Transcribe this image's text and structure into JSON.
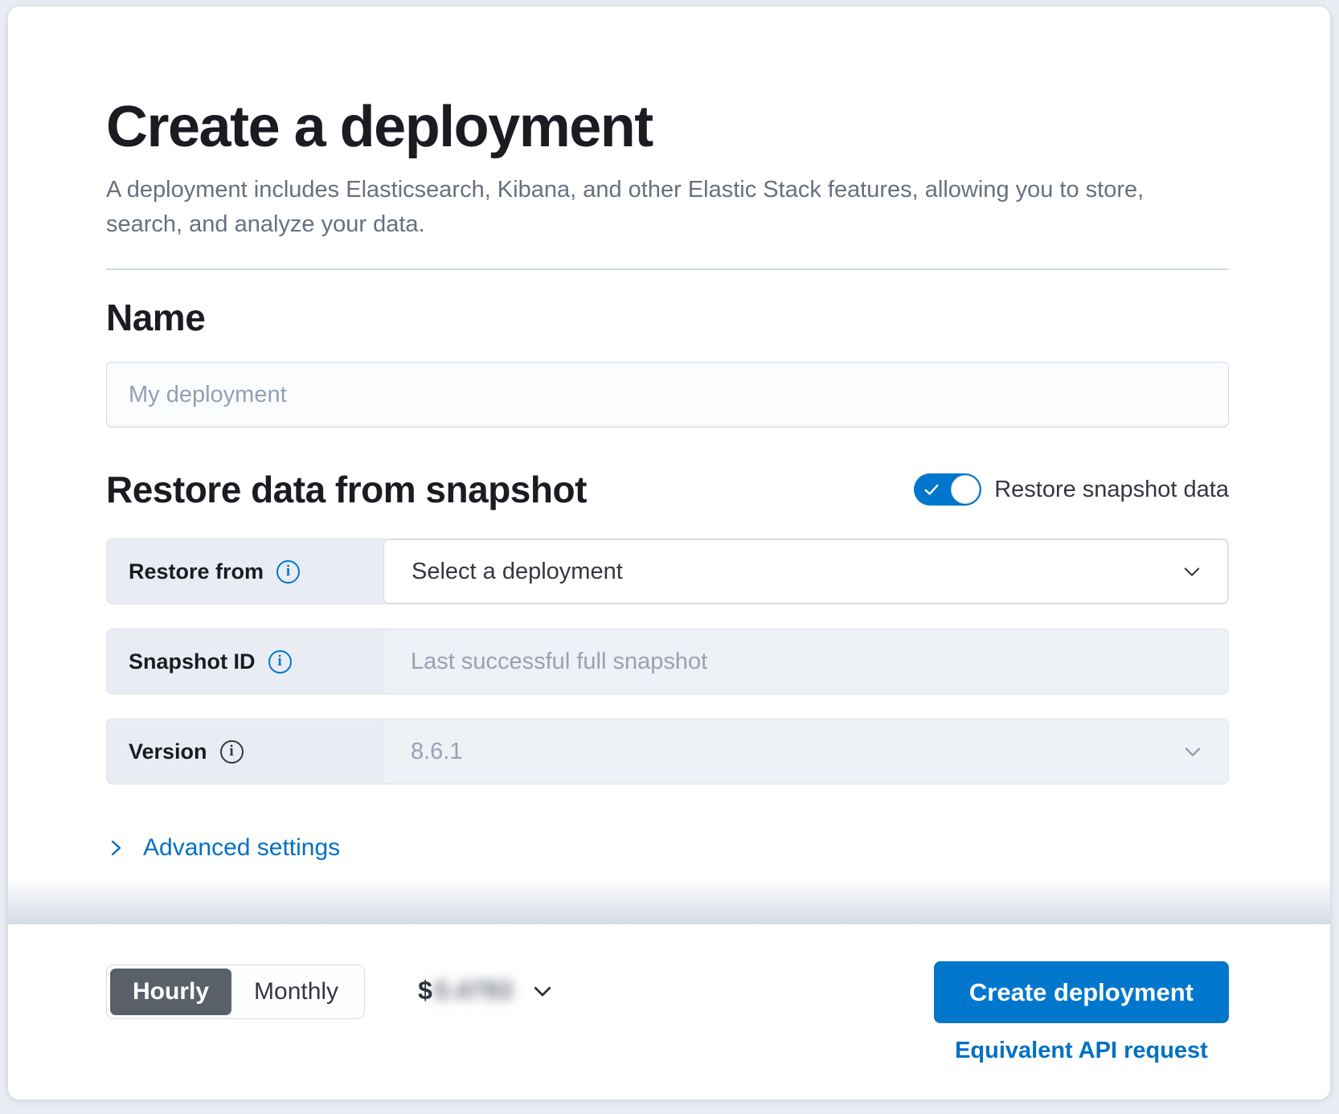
{
  "page": {
    "title": "Create a deployment",
    "subtitle": "A deployment includes Elasticsearch, Kibana, and other Elastic Stack features, allowing you to store, search, and analyze your data."
  },
  "name_section": {
    "heading": "Name",
    "input_placeholder": "My deployment",
    "input_value": ""
  },
  "snapshot_section": {
    "heading": "Restore data from snapshot",
    "toggle_label": "Restore snapshot data",
    "toggle_on": true,
    "rows": [
      {
        "label": "Restore from",
        "value": "Select a deployment"
      },
      {
        "label": "Snapshot ID",
        "placeholder": "Last successful full snapshot"
      },
      {
        "label": "Version",
        "value": "8.6.1"
      }
    ]
  },
  "advanced_settings": {
    "label": "Advanced settings"
  },
  "footer": {
    "billing_toggle": {
      "options": [
        "Hourly",
        "Monthly"
      ],
      "selected": "Hourly"
    },
    "price": {
      "currency": "$",
      "amount": "0.4793",
      "blurred": true
    },
    "create_button_label": "Create deployment",
    "api_link_label": "Equivalent API request"
  },
  "icons": {
    "info_icon": "ⓘ",
    "check_icon": "✓",
    "chevron_down_icon": "⌄",
    "chevron_right_icon": "›"
  },
  "colors": {
    "primary": "#0077cc",
    "link": "#0071c2",
    "toggle_on": "#0077cc",
    "selected_segment": "#5a6069",
    "label_cell_bg": "#e9edf3",
    "disabled_field_bg": "#eef1f6",
    "border": "#d3dae6",
    "heading_text": "#1a1c21",
    "muted_text": "#69707d",
    "placeholder_text": "#98a2b3"
  }
}
